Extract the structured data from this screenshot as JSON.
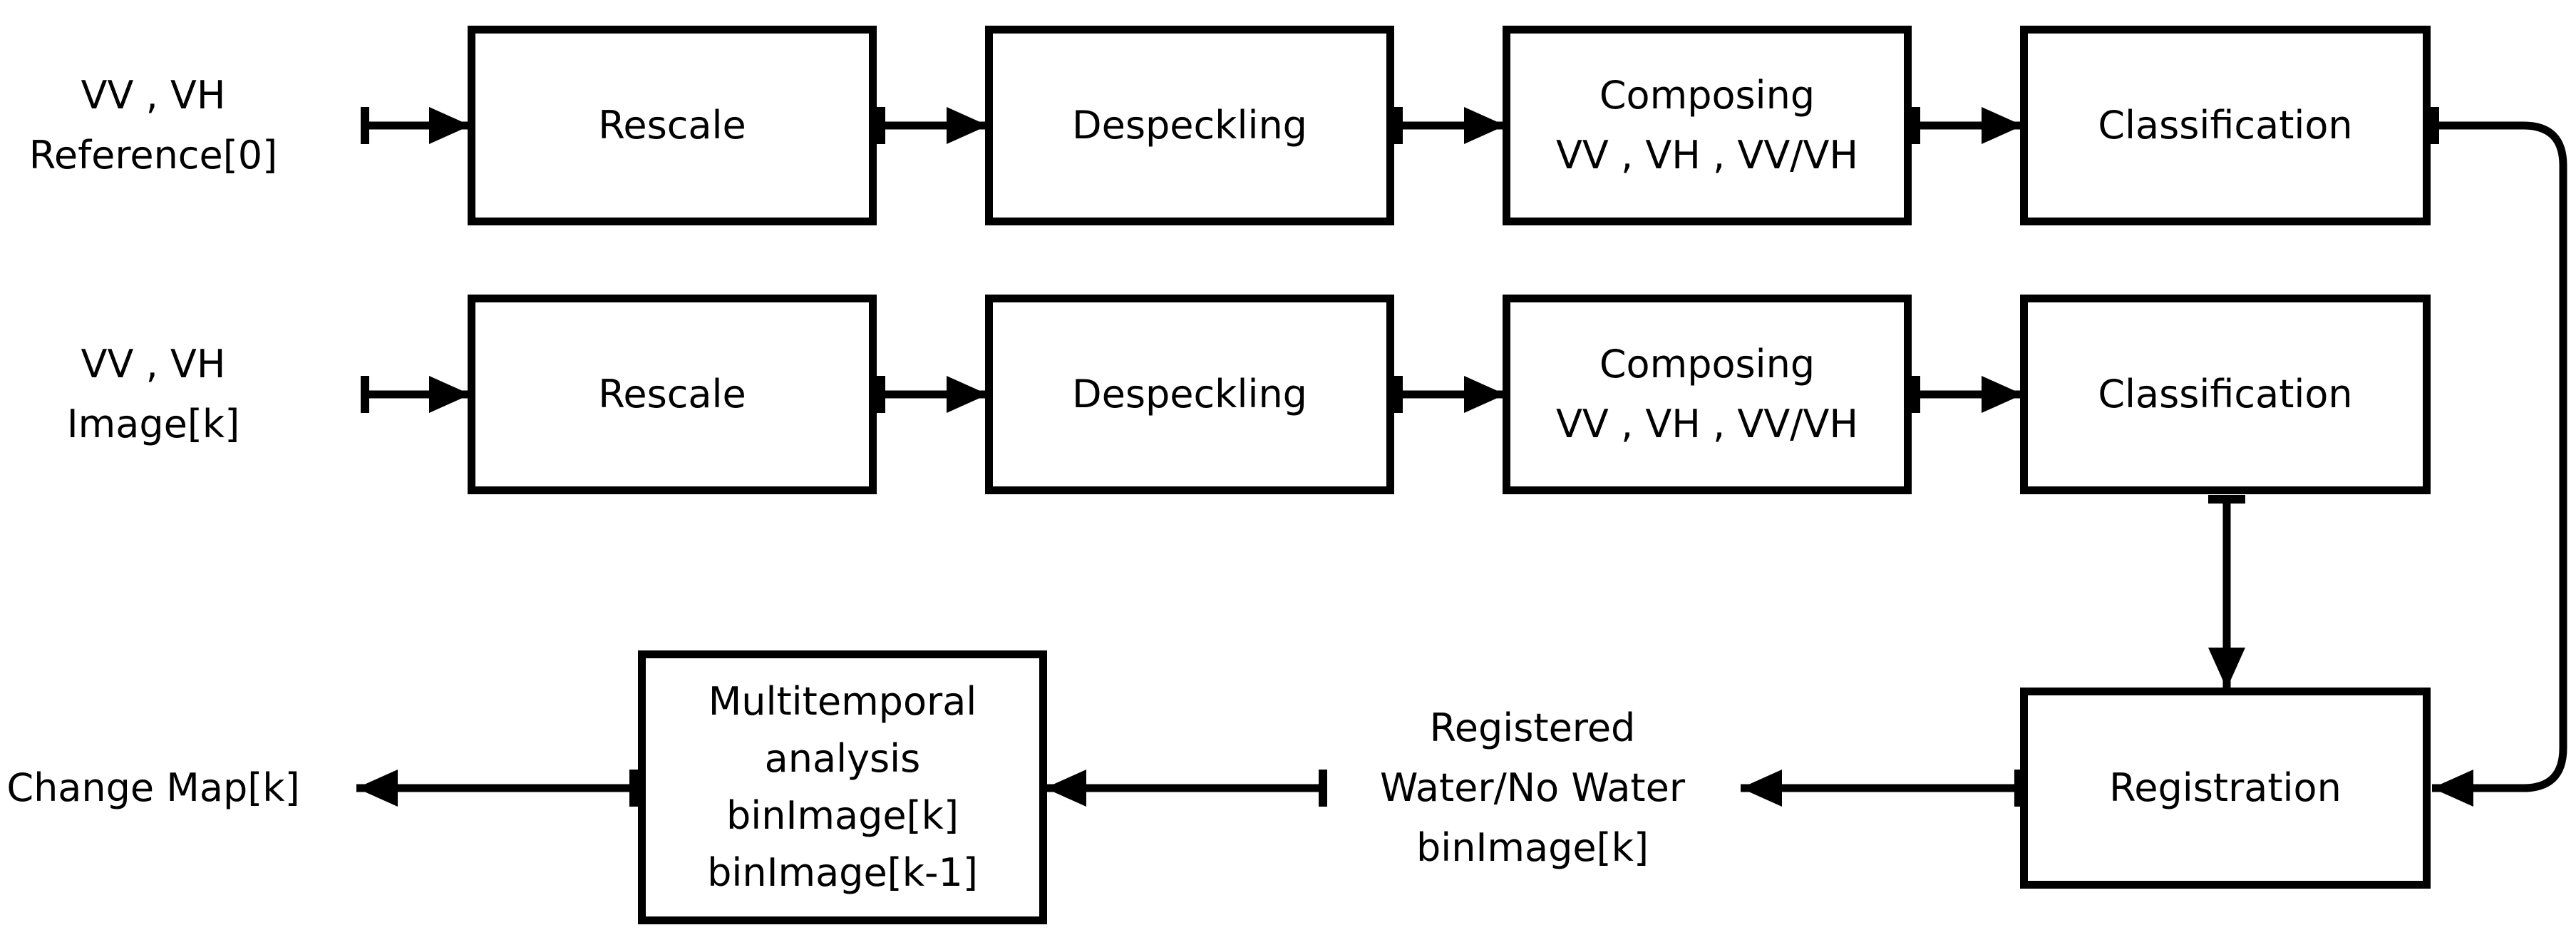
{
  "rows": {
    "reference": {
      "input_lines": [
        "VV , VH",
        "Reference[0]"
      ],
      "steps": [
        {
          "lines": [
            "Rescale"
          ]
        },
        {
          "lines": [
            "Despeckling"
          ]
        },
        {
          "lines": [
            "Composing",
            "VV , VH , VV/VH"
          ]
        },
        {
          "lines": [
            "Classification"
          ]
        }
      ]
    },
    "image": {
      "input_lines": [
        "VV , VH",
        "Image[k]"
      ],
      "steps": [
        {
          "lines": [
            "Rescale"
          ]
        },
        {
          "lines": [
            "Despeckling"
          ]
        },
        {
          "lines": [
            "Composing",
            "VV , VH , VV/VH"
          ]
        },
        {
          "lines": [
            "Classification"
          ]
        }
      ]
    }
  },
  "registration": {
    "lines": [
      "Registration"
    ]
  },
  "registered_output": {
    "lines": [
      "Registered",
      "Water/No Water",
      "binImage[k]"
    ]
  },
  "multitemporal": {
    "lines": [
      "Multitemporal",
      "analysis",
      "binImage[k]",
      "binImage[k-1]"
    ]
  },
  "change_map": {
    "lines": [
      "Change Map[k]"
    ]
  }
}
